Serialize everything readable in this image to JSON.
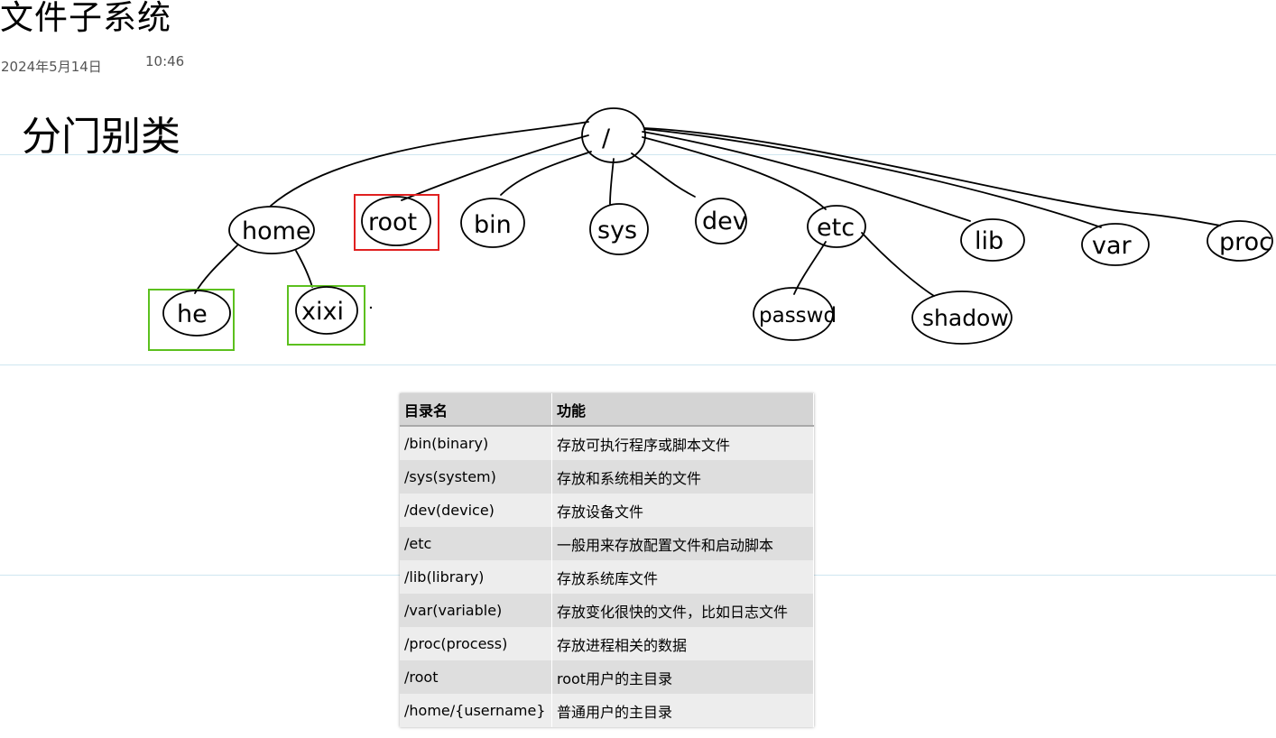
{
  "page": {
    "title": "文件子系统",
    "date": "2024年5月14日",
    "time": "10:46"
  },
  "sketch": {
    "heading": "分门别类",
    "root_node": "/",
    "nodes": [
      "home",
      "root",
      "bin",
      "sys",
      "dev",
      "etc",
      "lib",
      "var",
      "proc"
    ],
    "home_children": [
      "he",
      "xixi"
    ],
    "etc_children": [
      "passwd",
      "shadow"
    ],
    "highlight_colors": {
      "root": "#e02020",
      "home_children": "#5cc01e"
    }
  },
  "table": {
    "headers": [
      "目录名",
      "功能"
    ],
    "rows": [
      [
        "/bin(binary)",
        "存放可执行程序或脚本文件"
      ],
      [
        "/sys(system)",
        "存放和系统相关的文件"
      ],
      [
        "/dev(device)",
        "存放设备文件"
      ],
      [
        "/etc",
        "一般用来存放配置文件和启动脚本"
      ],
      [
        "/lib(library)",
        "存放系统库文件"
      ],
      [
        "/var(variable)",
        "存放变化很快的文件，比如日志文件"
      ],
      [
        "/proc(process)",
        "存放进程相关的数据"
      ],
      [
        "/root",
        "root用户的主目录"
      ],
      [
        "/home/{username}",
        "普通用户的主目录"
      ]
    ]
  }
}
